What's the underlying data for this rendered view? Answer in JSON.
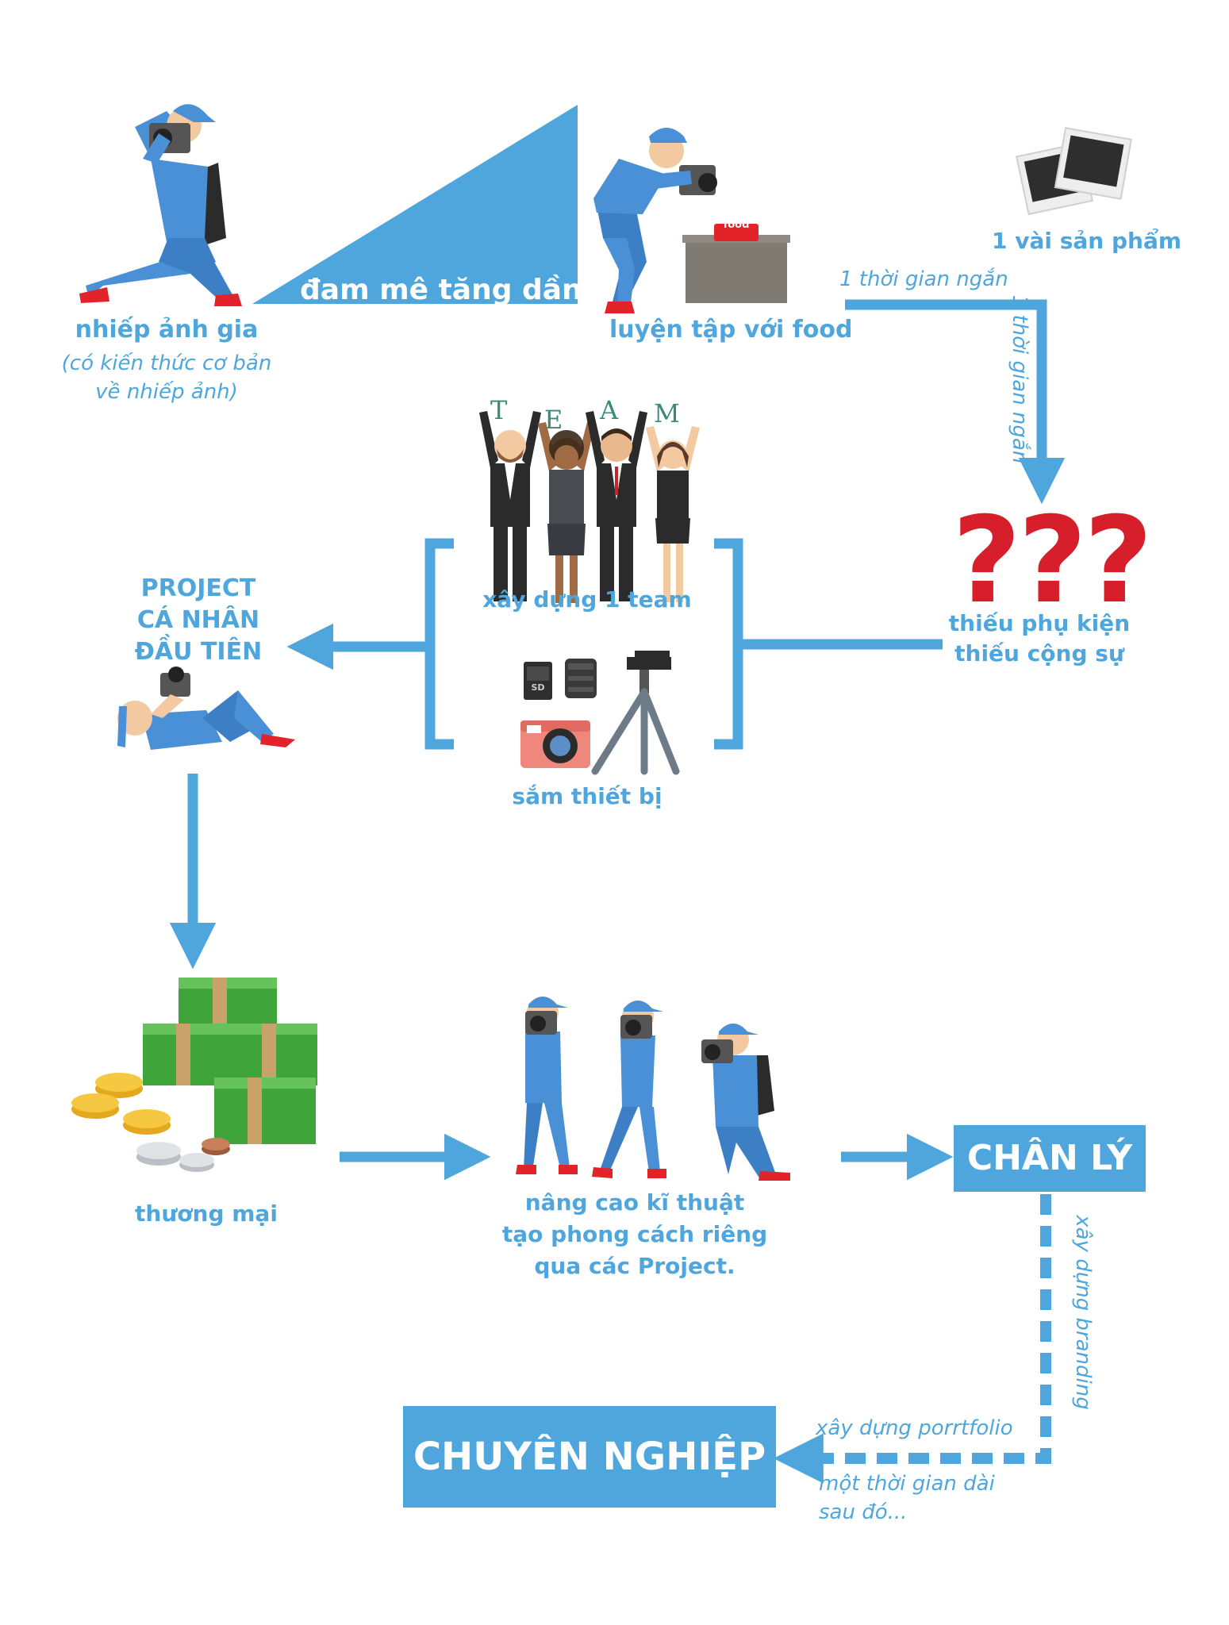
{
  "nodes": {
    "photographer": {
      "title": "nhiếp ảnh gia",
      "note_line1": "(có kiến thức cơ bản",
      "note_line2": "về nhiếp ảnh)"
    },
    "passion_label": "đam mê tăng dần",
    "practice": {
      "title": "luyện tập với food",
      "food_tag": "food"
    },
    "products": {
      "title": "1 vài sản phẩm"
    },
    "question": {
      "marks": "???",
      "line1": "thiếu phụ kiện",
      "line2": "thiếu cộng sự"
    },
    "team": {
      "letters": [
        "T",
        "E",
        "A",
        "M"
      ],
      "label": "xây dựng 1 team"
    },
    "equipment": {
      "label": "sắm thiết bị",
      "sd_label": "SD"
    },
    "project": {
      "line1": "PROJECT",
      "line2": "CÁ NHÂN",
      "line3": "ĐẦU TIÊN"
    },
    "commerce": {
      "label": "thương mại"
    },
    "improve": {
      "line1": "nâng cao kĩ thuật",
      "line2": "tạo phong cách riêng",
      "line3": "qua các Project."
    },
    "truth": {
      "label": "CHÂN LÝ"
    },
    "professional": {
      "label": "CHUYÊN NGHIỆP"
    }
  },
  "edges": {
    "short_time_top": "1 thời gian ngắn",
    "short_time_side": "1 thời gian ngắn",
    "branding": "xây dựng branding",
    "portfolio": "xây dựng porrtfolio",
    "long_time_line1": "một thời gian dài",
    "long_time_line2": "sau đó..."
  },
  "colors": {
    "accent": "#4ea6dc",
    "box": "#4ea6dc",
    "question_red": "#d71f2b",
    "shoe_red": "#e2232a",
    "figure_blue": "#4a90d6"
  }
}
